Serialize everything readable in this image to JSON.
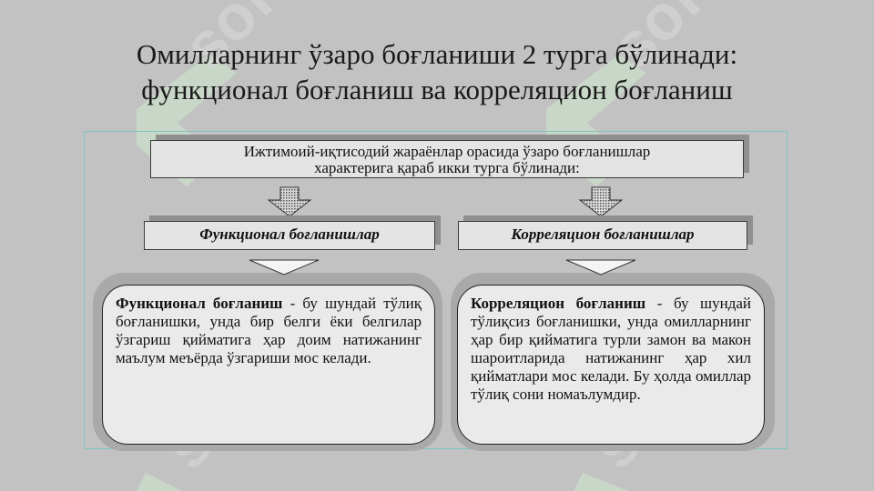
{
  "title": {
    "line1": "Омилларнинг ўзаро боғланиши 2 турга бўлинади:",
    "line2": "функционал боғланиш ва корреляцион боғланиш"
  },
  "diagram": {
    "top_box": {
      "line1": "Ижтимоий-иқтисодий жараёнлар орасида ўзаро боғланишлар",
      "line2": "характерига қараб икки турга бўлинади:"
    },
    "categories": [
      {
        "label": "Функционал боғланишлар"
      },
      {
        "label": "Корреляцион боғланишлар"
      }
    ],
    "definitions": [
      {
        "term": "Функционал боғланиш",
        "dash": " - ",
        "text": "бу шундай тўлиқ боғланишки, унда бир белги ёки белгилар ўзгариш қийматига ҳар доим натижанинг маълум меъёрда ўзгариши мос келади."
      },
      {
        "term": "Корреляцион боғланиш",
        "dash": " - ",
        "text": "бу шундай тўлиқсиз боғланишки, унда омилларнинг ҳар бир қийматига турли замон ва макон шароитларида натижанинг ҳар хил қийматлари мос келади. Бу ҳолда омиллар тўлиқ сони номаълумдир."
      }
    ]
  },
  "colors": {
    "background": "#c2c2c2",
    "box_fill": "#e4e4e4",
    "shadow": "#8f8f8f",
    "watermark": "#c9e8c9",
    "frame_border": "#7fc4bf"
  }
}
